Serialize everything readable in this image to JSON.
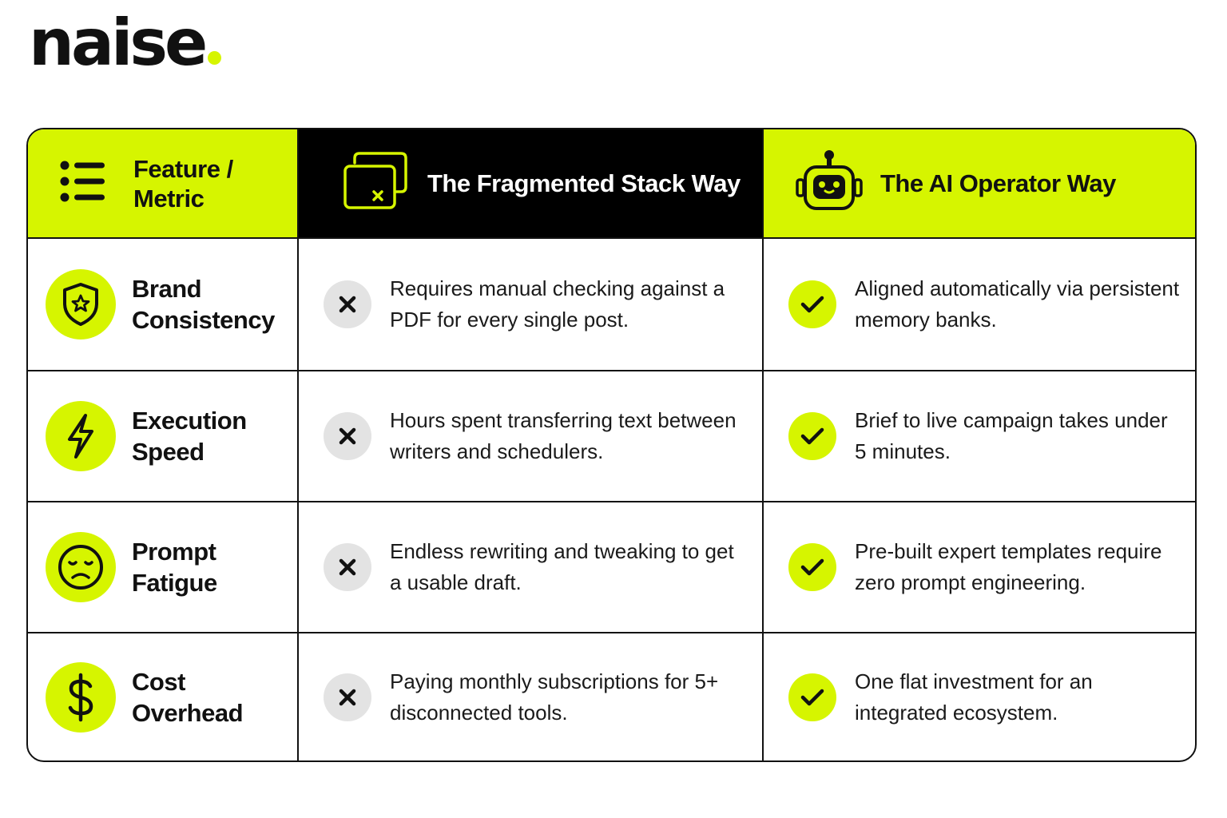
{
  "brand": {
    "name": "naise",
    "accent_color": "#d6f500"
  },
  "header": {
    "feature": {
      "label": "Feature /\nMetric",
      "icon": "list-icon"
    },
    "fragmented": {
      "label": "The Fragmented Stack Way",
      "icon": "stacked-windows-icon"
    },
    "ai": {
      "label": "The AI Operator Way",
      "icon": "robot-icon"
    }
  },
  "rows": [
    {
      "feature": "Brand\nConsistency",
      "icon": "shield-star-icon",
      "fragmented": "Requires manual checking against a PDF for every single post.",
      "ai": "Aligned automatically via persistent memory banks."
    },
    {
      "feature": "Execution\nSpeed",
      "icon": "lightning-icon",
      "fragmented": "Hours spent transferring text between writers and schedulers.",
      "ai": "Brief to live campaign takes under 5 minutes."
    },
    {
      "feature": "Prompt\nFatigue",
      "icon": "sad-face-icon",
      "fragmented": "Endless rewriting and tweaking to get a usable draft.",
      "ai": "Pre-built expert templates require zero prompt engineering."
    },
    {
      "feature": "Cost\nOverhead",
      "icon": "dollar-icon",
      "fragmented": "Paying monthly subscriptions for 5+ disconnected tools.",
      "ai": "One flat investment for an integrated ecosystem."
    }
  ]
}
